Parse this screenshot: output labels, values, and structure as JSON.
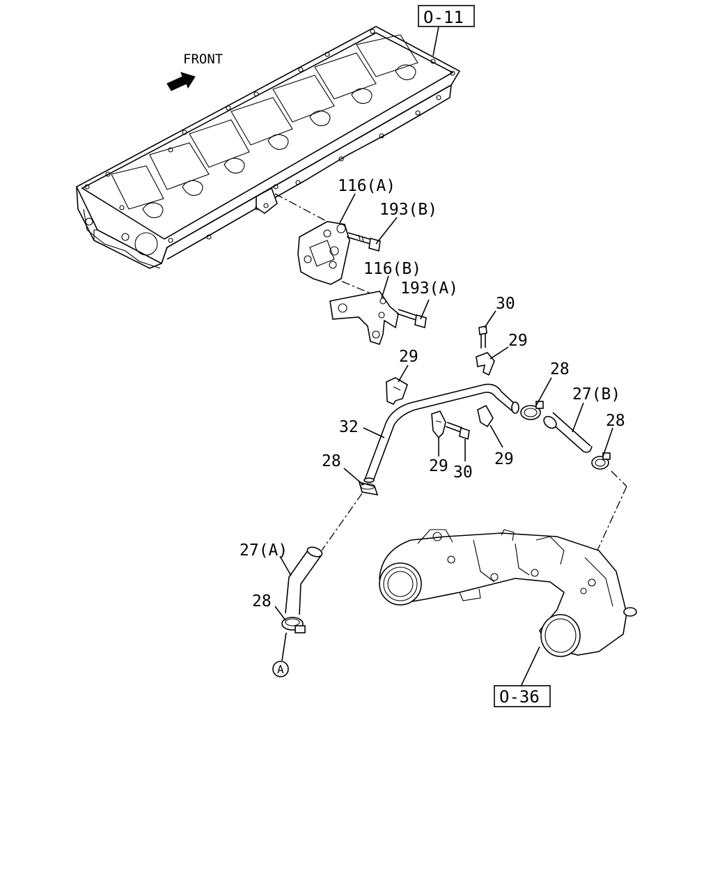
{
  "diagram": {
    "front_label": "FRONT",
    "refs": {
      "ref_0_11": "O-11",
      "ref_0_36": "O-36",
      "circle_a": "A"
    },
    "callouts": {
      "c116a": "116(A)",
      "c193b": "193(B)",
      "c116b": "116(B)",
      "c193a": "193(A)",
      "c30_top": "30",
      "c29_top_right": "29",
      "c29_top_left": "29",
      "c28_right": "28",
      "c27b": "27(B)",
      "c28_far_right": "28",
      "c32": "32",
      "c28_left": "28",
      "c29_mid": "29",
      "c30_mid": "30",
      "c29_right": "29",
      "c27a": "27(A)",
      "c28_bottom": "28"
    }
  }
}
